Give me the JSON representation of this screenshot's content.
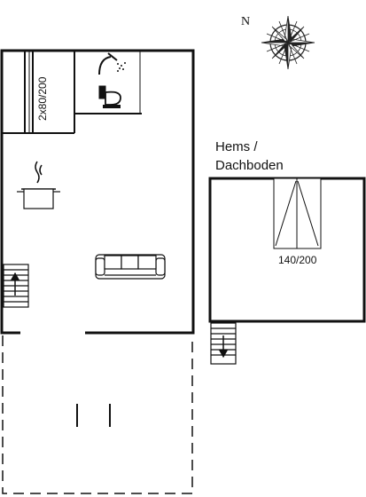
{
  "compass": {
    "north_label": "N",
    "icon": "compass-rose-icon"
  },
  "loft": {
    "label_line1": "Hems /",
    "label_line2": "Dachboden"
  },
  "beds": {
    "bunk_bed_label": "2x80/200",
    "double_bed_label": "140/200"
  },
  "icons": {
    "shower": "shower-icon",
    "toilet": "toilet-icon",
    "cooking_pot": "cooking-pot-icon",
    "sofa": "sofa-icon",
    "stairs_up": "stairs-up-icon",
    "stairs_down": "stairs-down-icon"
  }
}
